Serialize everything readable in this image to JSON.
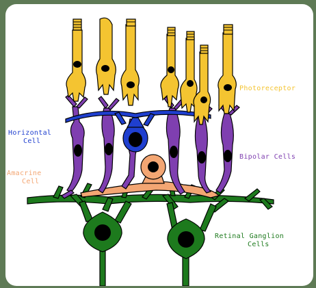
{
  "labels": {
    "photoreceptor": "Photoreceptor",
    "horizontal": [
      "Horizontal",
      "Cell"
    ],
    "bipolar": "Bipolar Cells",
    "amacrine": [
      "Amacrine",
      "Cell"
    ],
    "ganglion": [
      "Retinal Ganglion",
      "Cells"
    ]
  },
  "colors": {
    "frame": "#5e7a55",
    "photoreceptor": "#f4c431",
    "bipolar": "#7f3fb0",
    "horizontal": "#1f3fcf",
    "amacrine": "#f3a673",
    "ganglion": "#1d7a1d",
    "nucleus": "#000000"
  }
}
